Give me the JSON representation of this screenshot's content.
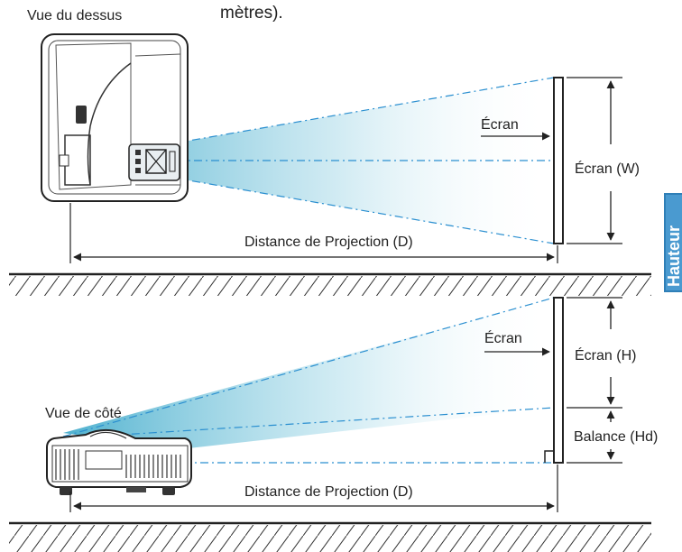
{
  "texts": {
    "top_view": "Vue du dessus",
    "heading_fragment": "mètres).",
    "screen": "Écran",
    "screen_width": "Écran (W)",
    "projection_distance": "Distance de Projection (D)",
    "side_view": "Vue de côté",
    "screen_height": "Écran (H)",
    "offset": "Balance (Hd)",
    "side_tab": "Hauteur"
  },
  "colors": {
    "beam": "#3aa8c9",
    "beam_line": "#2a8fd0",
    "tab": "#3e8fc4",
    "ink": "#222222"
  }
}
